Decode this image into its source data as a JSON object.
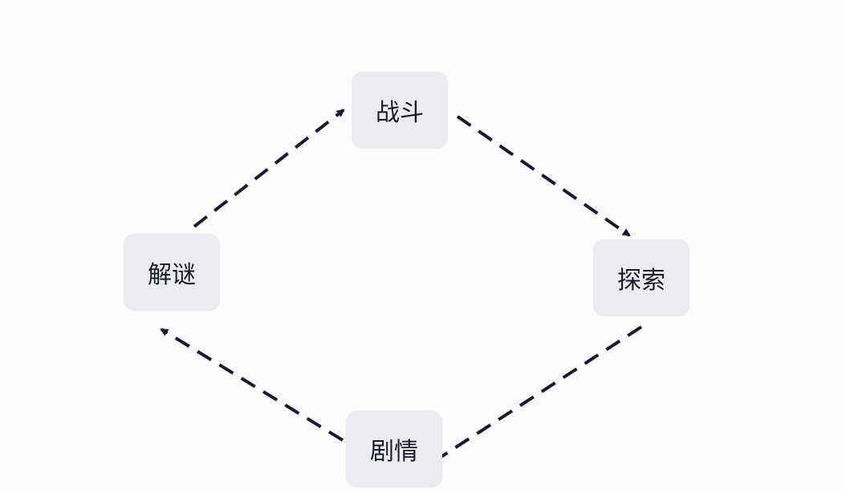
{
  "diagram": {
    "nodes": [
      {
        "id": "top",
        "label": "战斗"
      },
      {
        "id": "right",
        "label": "探索"
      },
      {
        "id": "bottom",
        "label": "剧情"
      },
      {
        "id": "left",
        "label": "解谜"
      }
    ],
    "edges": [
      {
        "from": "top",
        "to": "right",
        "style": "dashed"
      },
      {
        "from": "right",
        "to": "bottom",
        "style": "dashed"
      },
      {
        "from": "bottom",
        "to": "left",
        "style": "dashed"
      },
      {
        "from": "left",
        "to": "top",
        "style": "dashed"
      }
    ],
    "colors": {
      "node_fill": "#ececf0",
      "edge": "#1a1a2e",
      "text": "#1a1a2e",
      "background": "#fcfcfd"
    }
  }
}
